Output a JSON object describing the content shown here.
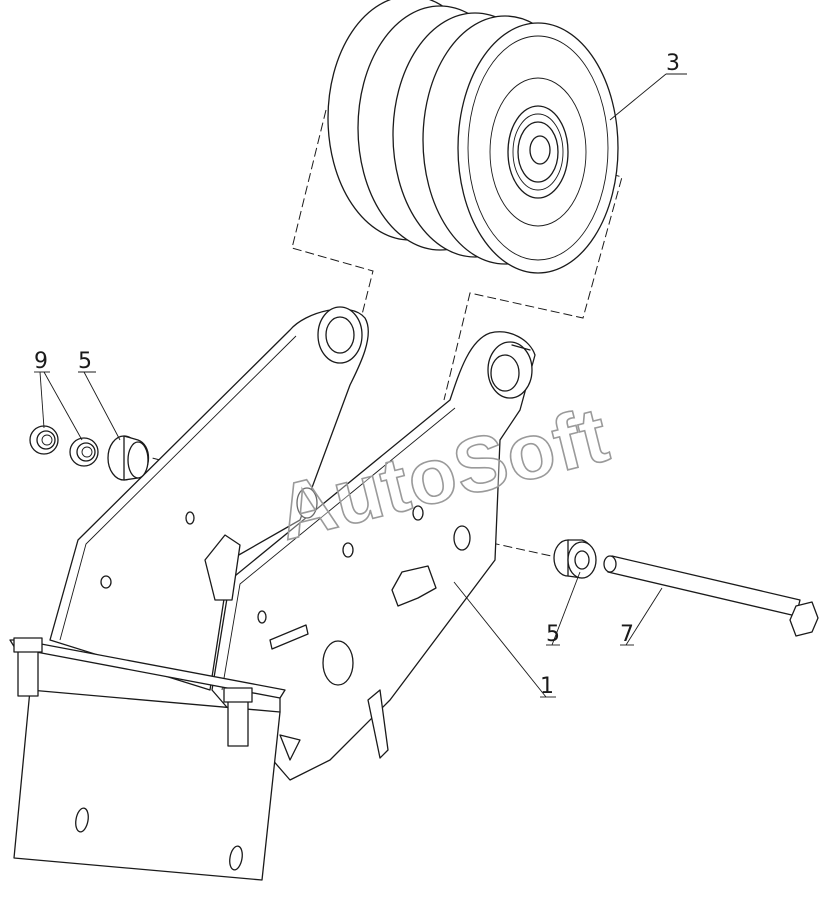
{
  "watermark": "AutoSoft",
  "callouts": {
    "pulley": "3",
    "nut": "9",
    "bushing_left": "5",
    "bushing_right": "5",
    "bolt": "7",
    "bracket": "1"
  }
}
